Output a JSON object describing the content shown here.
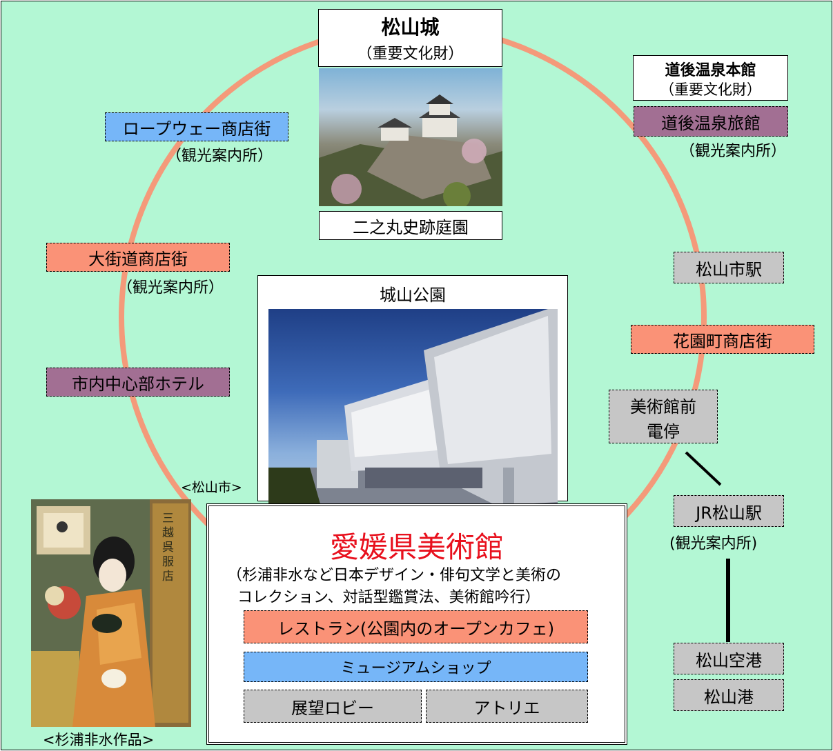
{
  "colors": {
    "background": "#b3f7d4",
    "ring": "#f49a7a",
    "salmon": "#fa9277",
    "purple": "#a26f93",
    "blue": "#76b6f8",
    "gray": "#c6c6c6",
    "title_red": "#e8101d"
  },
  "castle": {
    "title": "松山城",
    "sub": "（重要文化財）",
    "garden": "二之丸史跡庭園"
  },
  "dogo": {
    "title": "道後温泉本館",
    "sub": "（重要文化財）",
    "ryokan": "道後温泉旅館",
    "info": "（観光案内所）"
  },
  "ropeway": {
    "label": "ロープウェー商店街",
    "info": "（観光案内所）"
  },
  "okaido": {
    "label": "大街道商店街",
    "info": "（観光案内所）"
  },
  "hotel": {
    "label": "市内中心部ホテル"
  },
  "shieki": {
    "label": "松山市駅"
  },
  "hanazono": {
    "label": "花園町商店街"
  },
  "tram": {
    "line1": "美術館前",
    "line2": "電停"
  },
  "jr": {
    "label": "JR松山駅",
    "info": "(観光案内所)"
  },
  "airport": {
    "label": "松山空港"
  },
  "port": {
    "label": "松山港"
  },
  "park": {
    "label": "城山公園"
  },
  "city_label": "<松山市>",
  "museum": {
    "title": "愛媛県美術館",
    "desc1": "（杉浦非水など日本デザイン・俳句文学と美術の",
    "desc2": "コレクション、対話型鑑賞法、美術館吟行）",
    "restaurant": "レストラン(公園内のオープンカフェ)",
    "shop": "ミュージアムショップ",
    "lobby": "展望ロビー",
    "atelier": "アトリエ"
  },
  "poster": {
    "caption": "<杉浦非水作品>",
    "vertical_text": "三越呉服店"
  }
}
